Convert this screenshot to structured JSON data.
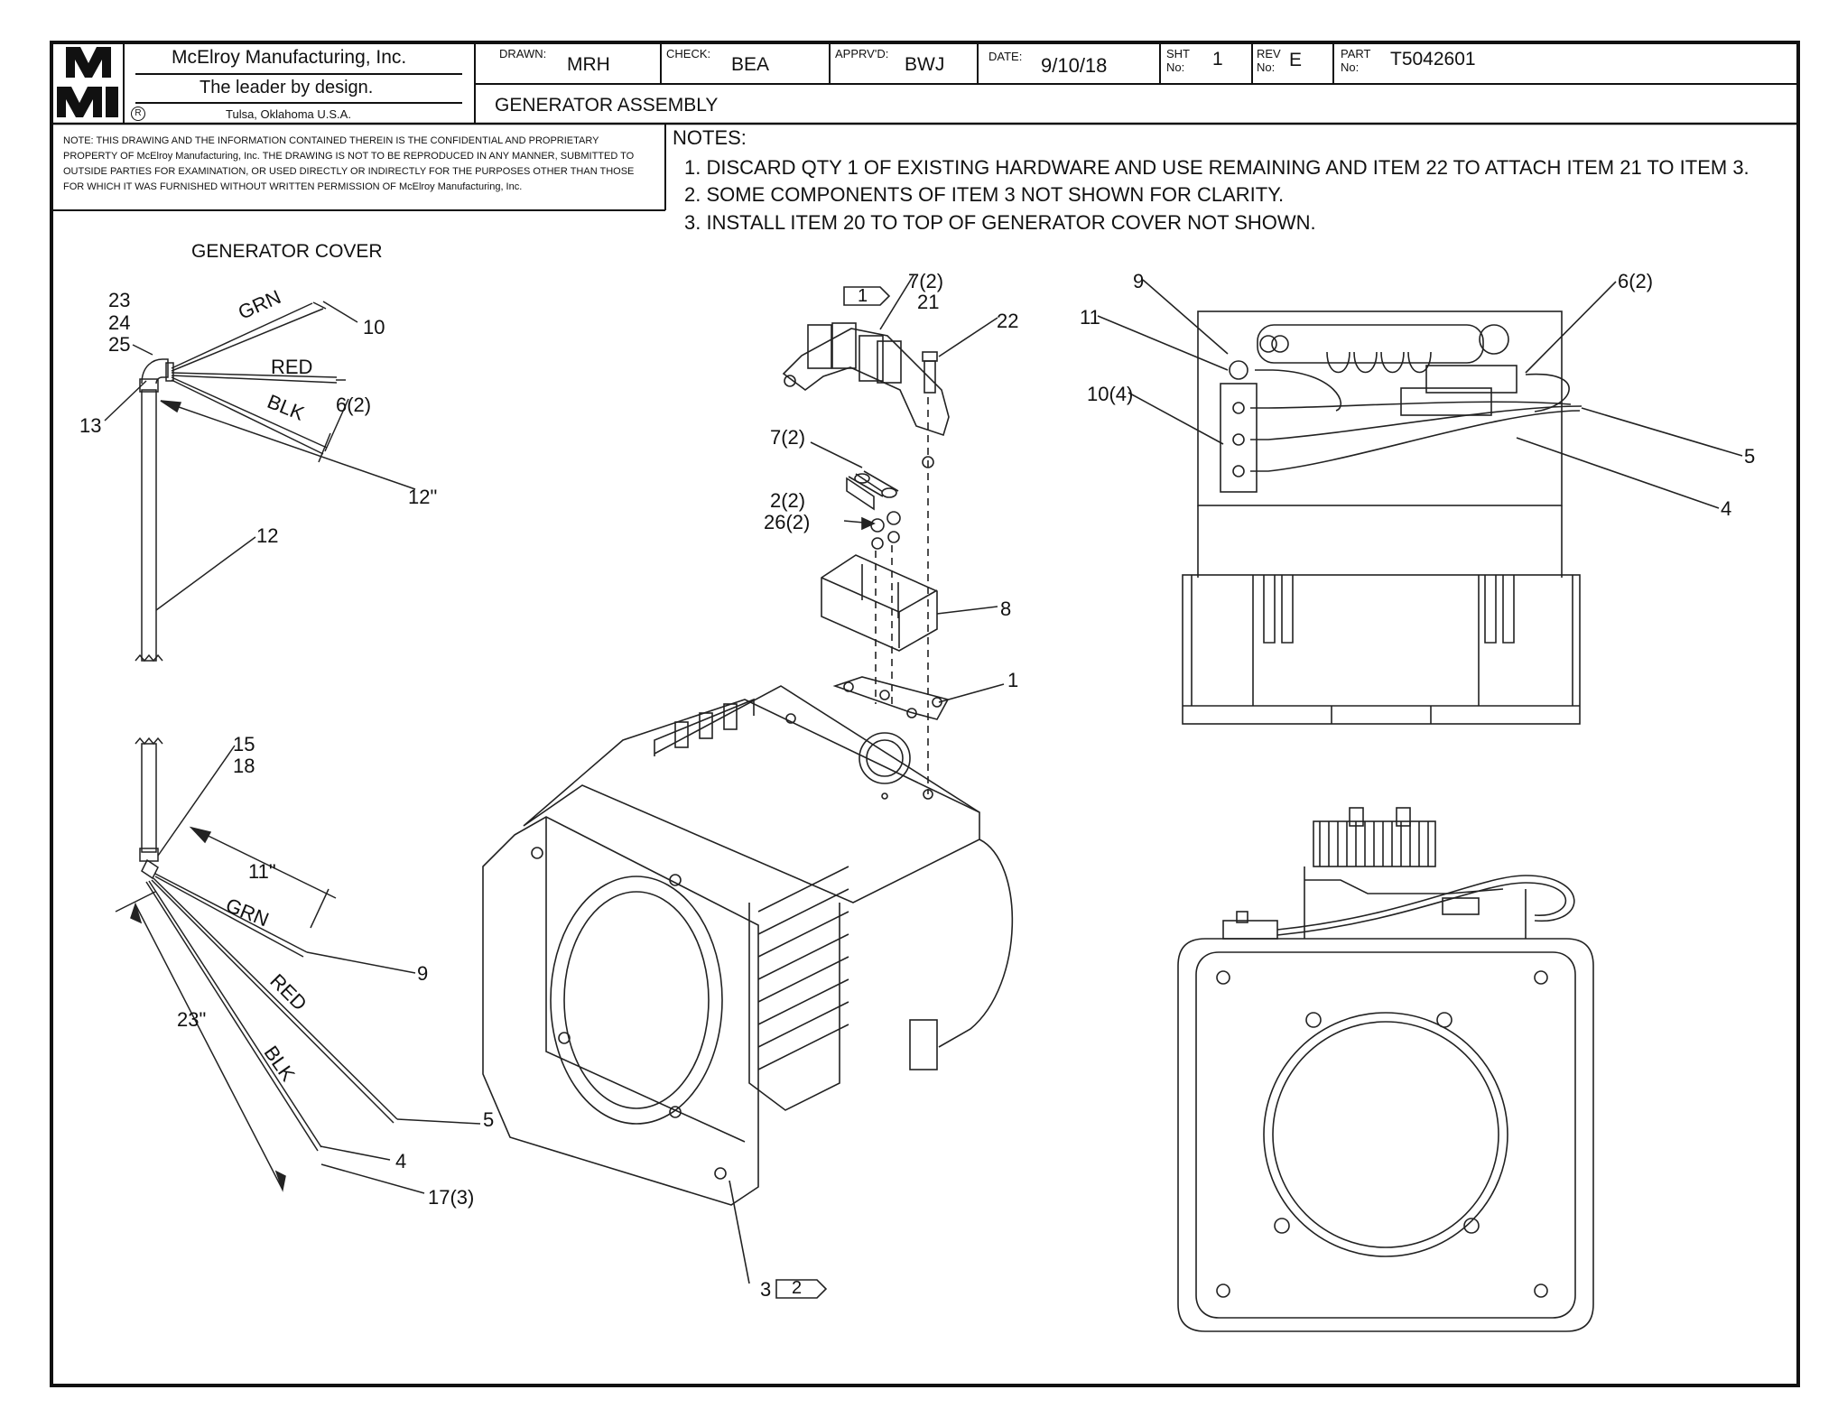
{
  "company": {
    "logo_text": "MMI",
    "name": "McElroy Manufacturing, Inc.",
    "tagline": "The leader by design.",
    "location": "Tulsa, Oklahoma U.S.A."
  },
  "title_block": {
    "drawn_label": "DRAWN:",
    "drawn_value": "MRH",
    "check_label": "CHECK:",
    "check_value": "BEA",
    "apprvd_label": "APPRV'D:",
    "apprvd_value": "BWJ",
    "date_label": "DATE:",
    "date_value": "9/10/18",
    "sht_label": "SHT",
    "sht_no_label": "No:",
    "sht_value": "1",
    "rev_label": "REV",
    "rev_no_label": "No:",
    "rev_value": "E",
    "part_label": "PART",
    "part_no_label": "No:",
    "part_value": "T5042601",
    "title": "GENERATOR ASSEMBLY"
  },
  "confidentiality": "NOTE: THIS DRAWING AND THE INFORMATION CONTAINED THEREIN IS THE CONFIDENTIAL AND PROPRIETARY PROPERTY OF McElroy Manufacturing, Inc. THE DRAWING IS NOT TO BE REPRODUCED IN ANY MANNER, SUBMITTED TO OUTSIDE PARTIES FOR EXAMINATION, OR USED DIRECTLY OR INDIRECTLY FOR THE PURPOSES OTHER THAN THOSE FOR WHICH IT WAS FURNISHED WITHOUT WRITTEN PERMISSION OF McElroy Manufacturing, Inc.",
  "notes": {
    "heading": "NOTES:",
    "items": [
      "1. DISCARD QTY 1 OF EXISTING HARDWARE AND USE REMAINING AND ITEM 22 TO ATTACH ITEM 21 TO ITEM 3.",
      "2. SOME COMPONENTS OF ITEM 3 NOT SHOWN FOR CLARITY.",
      "3. INSTALL ITEM 20 TO TOP OF GENERATOR COVER NOT SHOWN."
    ]
  },
  "views": {
    "generator_cover_label": "GENERATOR COVER"
  },
  "callouts": {
    "top_left": {
      "c23": "23",
      "c24": "24",
      "c25": "25",
      "c13": "13",
      "c10": "10",
      "c6": "6(2)",
      "dim12": "12\"",
      "c12": "12",
      "grn": "GRN",
      "red": "RED",
      "blk": "BLK"
    },
    "bottom_left": {
      "c15": "15",
      "c18": "18",
      "dim11": "11\"",
      "dim23": "23\"",
      "c9": "9",
      "c5": "5",
      "c4": "4",
      "c17": "17(3)",
      "grn": "GRN",
      "red": "RED",
      "blk": "BLK"
    },
    "center": {
      "flag1": "1",
      "c7a": "7(2)",
      "c21": "21",
      "c22": "22",
      "c7b": "7(2)",
      "c2": "2(2)",
      "c26": "26(2)",
      "c8": "8",
      "c1": "1",
      "c3": "3",
      "flag2": "2"
    },
    "top_right": {
      "c9": "9",
      "c11": "11",
      "c10": "10(4)",
      "c6": "6(2)",
      "c5": "5",
      "c4": "4"
    }
  }
}
